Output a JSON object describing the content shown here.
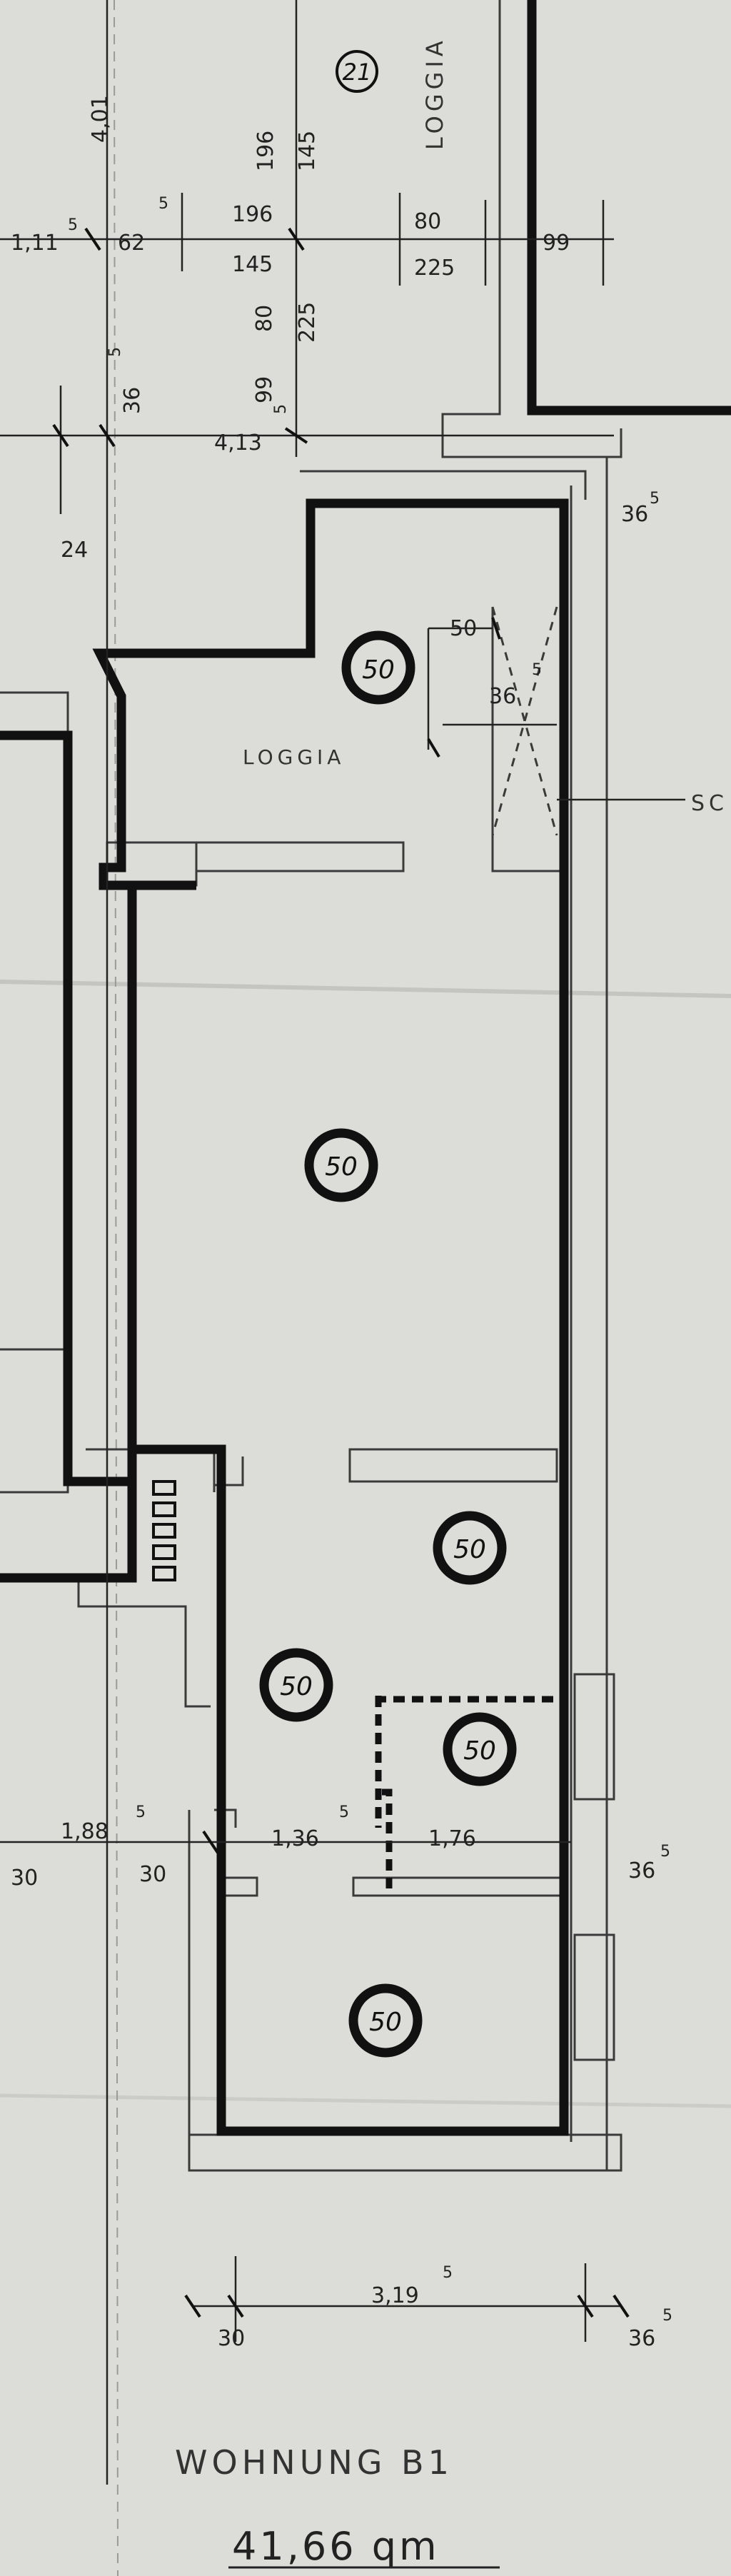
{
  "rooms": {
    "loggia_top": "LOGGIA",
    "loggia_main": "LOGGIA",
    "edge_label": "SC",
    "apartment_name": "WOHNUNG B1",
    "apartment_area": "41,66 qm"
  },
  "marks": {
    "top_circle": "21",
    "loggia_circle": "50",
    "room_circle": "50",
    "right_upper_circle": "50",
    "left_lower_circle": "50",
    "right_lower_circle": "50",
    "bottom_circle": "50"
  },
  "dimensions": {
    "d_401": "4,01",
    "d_111": "1,11",
    "d_111_sup": "5",
    "d_62": "62",
    "d_62_sup": "5",
    "d_196_a": "196",
    "d_145_a": "145",
    "d_196_b": "196",
    "d_145_b": "145",
    "d_80_a": "80",
    "d_225_a": "225",
    "d_80_b": "80",
    "d_225_b": "225",
    "d_99_a": "99",
    "d_99_b": "99",
    "d_36_a": "36",
    "d_36_a_sup": "5",
    "d_413": "4,13",
    "d_413_sup": "5",
    "d_24": "24",
    "d_36_b": "36",
    "d_36_b_sup": "5",
    "d_50": "50",
    "d_36_c": "36",
    "d_36_c_sup": "5",
    "d_30_a": "30",
    "d_188": "1,88",
    "d_188_sup": "5",
    "d_30_b": "30",
    "d_136": "1,36",
    "d_136_sup": "5",
    "d_176": "1,76",
    "d_36_d": "36",
    "d_36_d_sup": "5",
    "d_30_c": "30",
    "d_319": "3,19",
    "d_319_sup": "5",
    "d_36_e": "36",
    "d_36_e_sup": "5"
  },
  "colors": {
    "paper": "#dcdcd8",
    "wall": "#111111",
    "thin_line": "#3a3a3a"
  }
}
